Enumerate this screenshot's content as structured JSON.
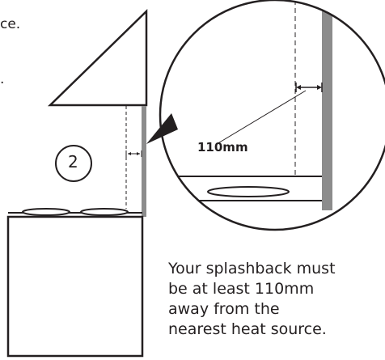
{
  "top_text_fragments": [
    "ce.",
    "."
  ],
  "step_number": "2",
  "measurement_label": "110mm",
  "caption_lines": [
    "Your splashback must",
    "be at least 110mm",
    "away from the",
    "nearest heat source."
  ],
  "colors": {
    "line": "#231f20",
    "splashback": "#8c8c8c",
    "background": "#ffffff"
  }
}
